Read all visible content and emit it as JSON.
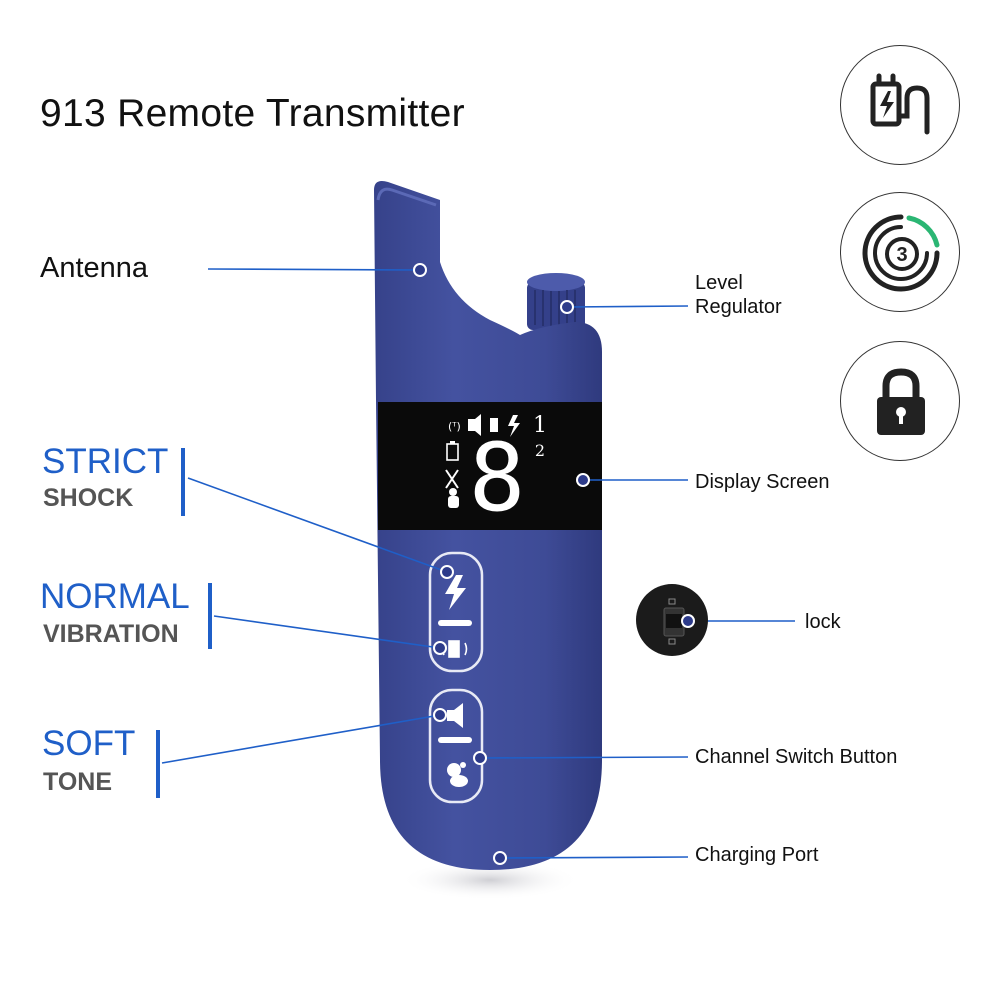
{
  "title": "913 Remote Transmitter",
  "callouts": {
    "antenna": "Antenna",
    "level_regulator_line1": "Level",
    "level_regulator_line2": "Regulator",
    "display_screen": "Display Screen",
    "lock": "lock",
    "channel_switch": "Channel Switch Button",
    "charging_port": "Charging Port"
  },
  "modes": [
    {
      "main": "STRICT",
      "sub": "SHOCK"
    },
    {
      "main": "NORMAL",
      "sub": "VIBRATION"
    },
    {
      "main": "SOFT",
      "sub": "TONE"
    }
  ],
  "display": {
    "digit": "8",
    "channel_1": "1",
    "channel_2": "2"
  },
  "features": {
    "level_badge": "3"
  },
  "colors": {
    "device_body": "#3f4c96",
    "accent_blue": "#1f5fc8",
    "screen": "#0a0a0a",
    "ring_green": "#2bb673"
  },
  "icons": [
    "charging-cable-icon",
    "level-ring-icon",
    "padlock-icon",
    "lightning-icon",
    "vibration-icon",
    "speaker-icon",
    "dog-icon",
    "lock-switch-icon"
  ]
}
